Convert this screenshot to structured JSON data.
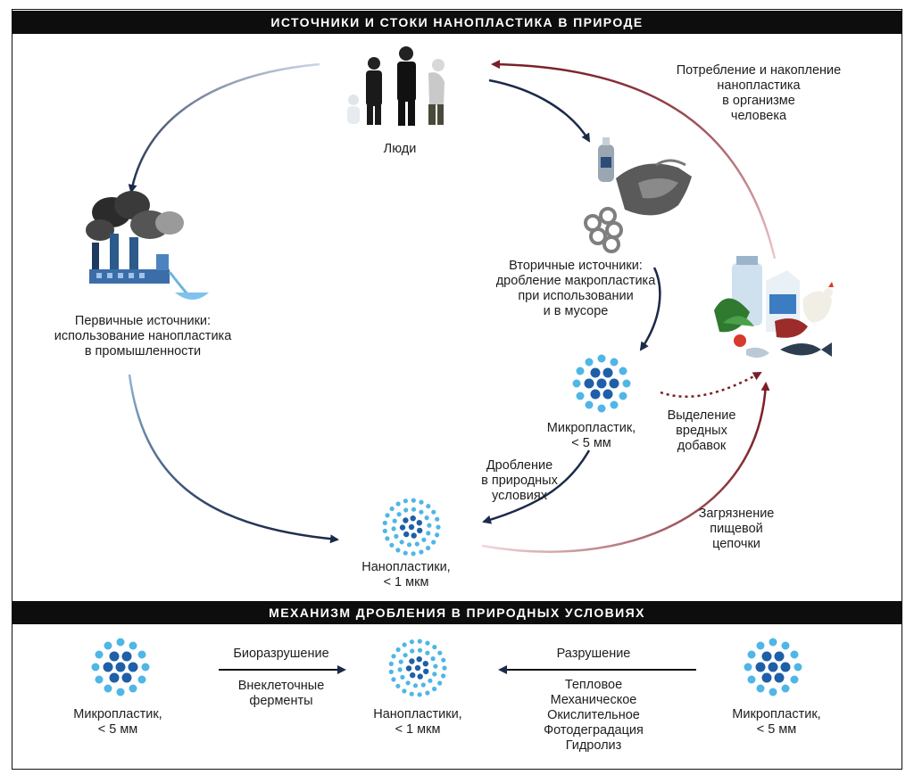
{
  "section_titles": {
    "top": "ИСТОЧНИКИ И СТОКИ НАНОПЛАСТИКА В ПРИРОДЕ",
    "bottom": "МЕХАНИЗМ ДРОБЛЕНИЯ В ПРИРОДНЫХ УСЛОВИЯХ"
  },
  "nodes": {
    "people": "Люди",
    "primary": "Первичные источники:\nиспользование нанопластика\nв промышленности",
    "secondary": "Вторичные источники:\nдробление макропластика\nпри использовании\nи в мусоре",
    "micro": "Микропластик,\n< 5 мм",
    "nano": "Нанопластики,\n< 1 мкм"
  },
  "edges": {
    "consumption": "Потребление и накопление\nнанопластика\nв организме\nчеловека",
    "additives": "Выделение\nвредных\nдобавок",
    "fragmentation": "Дробление\nв природных\nусловиях",
    "food_chain": "Загрязнение\nпищевой\nцепочки"
  },
  "mechanism": {
    "left_node": "Микропластик,\n< 5 мм",
    "center_node": "Нанопластики,\n< 1 мкм",
    "right_node": "Микропластик,\n< 5 мм",
    "bio_title": "Биоразрушение",
    "bio_detail": "Внеклеточные\nферменты",
    "abiotic_title": "Разрушение",
    "abiotic_detail": "Тепловое\nМеханическое\nОкислительное\nФотодеградация\nГидролиз"
  },
  "colors": {
    "dark_arrow": "#1c2a4a",
    "red_arrow": "#7a1f28",
    "particle_light": "#4fb6e6",
    "particle_dark": "#1f5fa8"
  }
}
